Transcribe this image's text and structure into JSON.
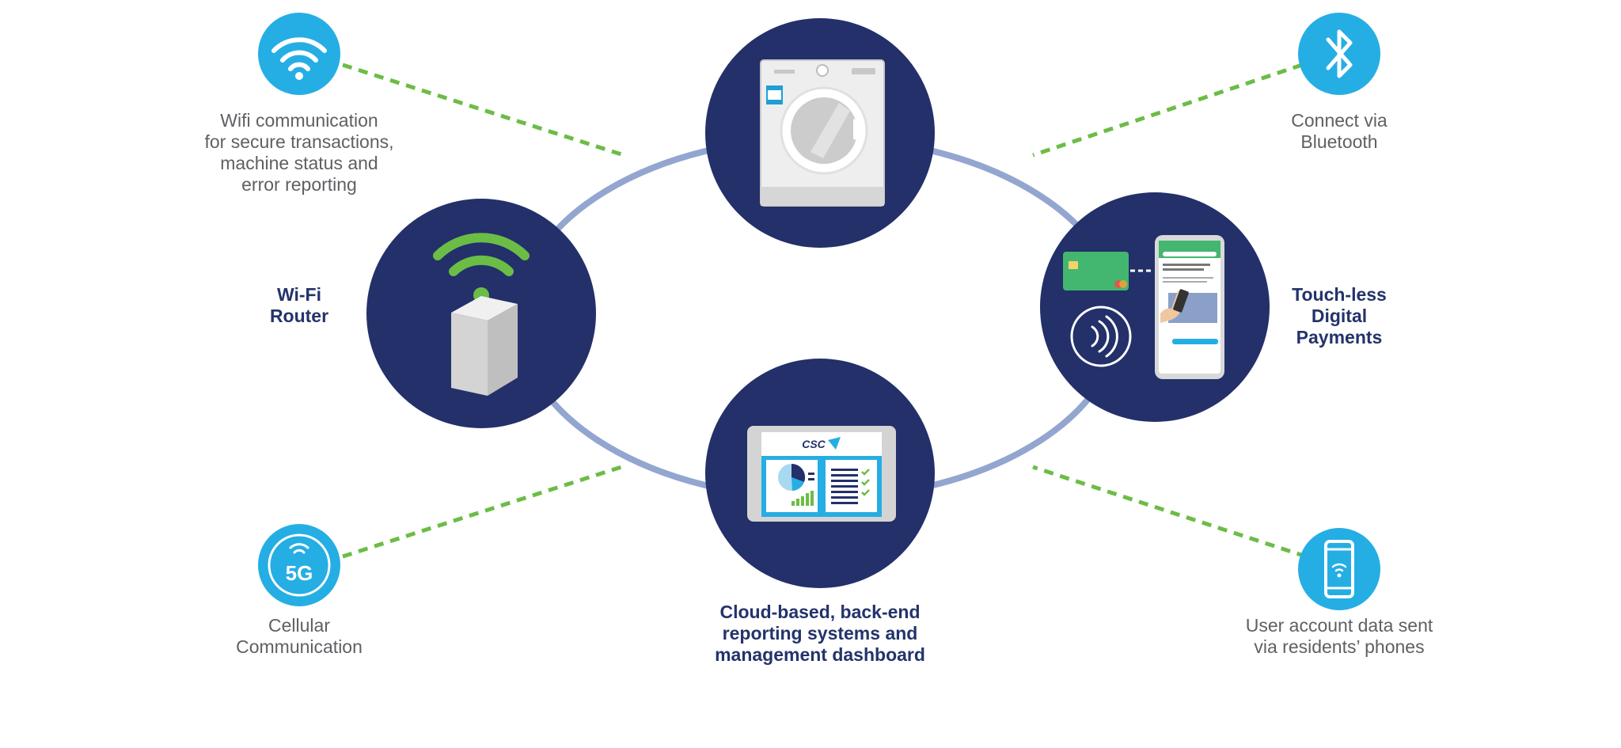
{
  "colors": {
    "navy": "#23306a",
    "ring": "#93a6cf",
    "dash_green": "#6bbd45",
    "icon_blue": "#25aee4",
    "wifi_green": "#6bbd45",
    "title_navy": "#23336b",
    "caption_gray": "#5f6064"
  },
  "nodes": {
    "washer": {
      "icon": "washing-machine-icon"
    },
    "router": {
      "icon": "wifi-router-icon",
      "title": [
        "Wi-Fi",
        "Router"
      ]
    },
    "payments": {
      "icon": "contactless-payment-icon",
      "title": [
        "Touch-less",
        "Digital",
        "Payments"
      ]
    },
    "dashboard": {
      "icon": "dashboard-tablet-icon",
      "title": [
        "Cloud-based, back-end",
        "reporting systems and",
        "management dashboard"
      ],
      "brand": "CSC"
    }
  },
  "features": {
    "wifi": {
      "icon": "wifi-icon",
      "caption": [
        "Wifi communication",
        "for secure transactions,",
        "machine status and",
        "error reporting"
      ]
    },
    "bluetooth": {
      "icon": "bluetooth-icon",
      "caption": [
        "Connect via",
        "Bluetooth"
      ]
    },
    "cellular": {
      "icon": "5g-icon",
      "icon_text": "5G",
      "caption": [
        "Cellular",
        "Communication"
      ]
    },
    "phone": {
      "icon": "smartphone-icon",
      "caption": [
        "User account data sent",
        "via residents’ phones"
      ]
    }
  }
}
